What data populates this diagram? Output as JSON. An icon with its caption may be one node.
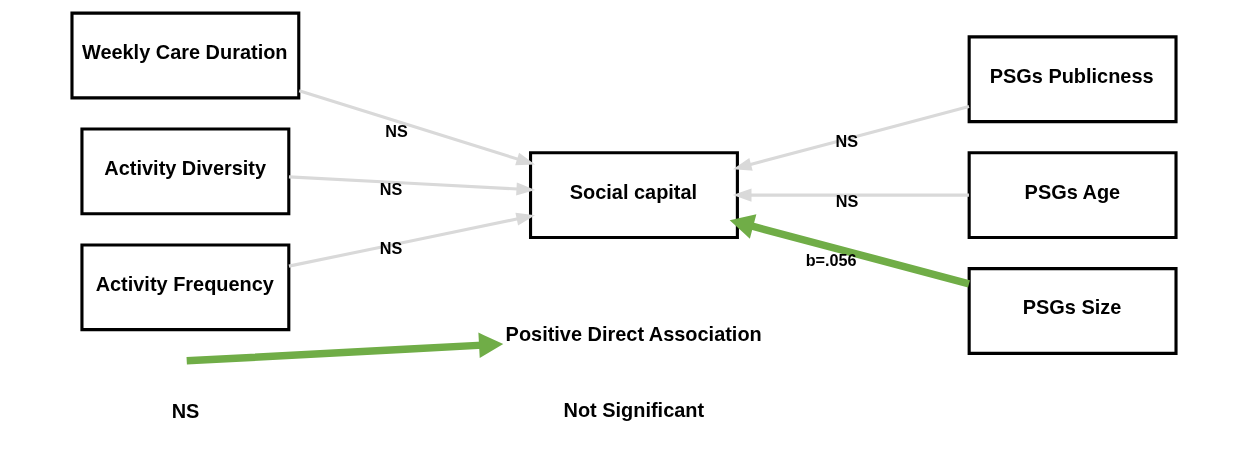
{
  "diagram": {
    "nodes": [
      {
        "text": [
          "Weekly Care Duration"
        ]
      },
      {
        "text": [
          "Activity Diversity"
        ]
      },
      {
        "text": [
          "Activity Frequency"
        ]
      },
      {
        "text": [
          "Social capital"
        ]
      },
      {
        "text": [
          "PSGs Publicness"
        ]
      },
      {
        "text": [
          "PSGs Age"
        ]
      },
      {
        "text": [
          "PSGs Size"
        ]
      }
    ],
    "edges": [
      {
        "from": 0,
        "to": 3,
        "arrow": "to",
        "label": "NS"
      },
      {
        "from": 1,
        "to": 3,
        "arrow": "to",
        "label": "NS"
      },
      {
        "from": 2,
        "to": 3,
        "arrow": "to",
        "label": "NS"
      },
      {
        "from": 4,
        "to": 3,
        "arrow": "to",
        "label": "NS"
      },
      {
        "from": 5,
        "to": 3,
        "arrow": "to",
        "label": "NS"
      },
      {
        "from": 6,
        "to": 3,
        "arrow": "to",
        "label": "b=.056",
        "style": "thick",
        "color": "#70ad47"
      }
    ],
    "labels": [
      "NS",
      "Not Significant"
    ],
    "legend": [
      {
        "text": "Positive Direct Association"
      }
    ]
  }
}
